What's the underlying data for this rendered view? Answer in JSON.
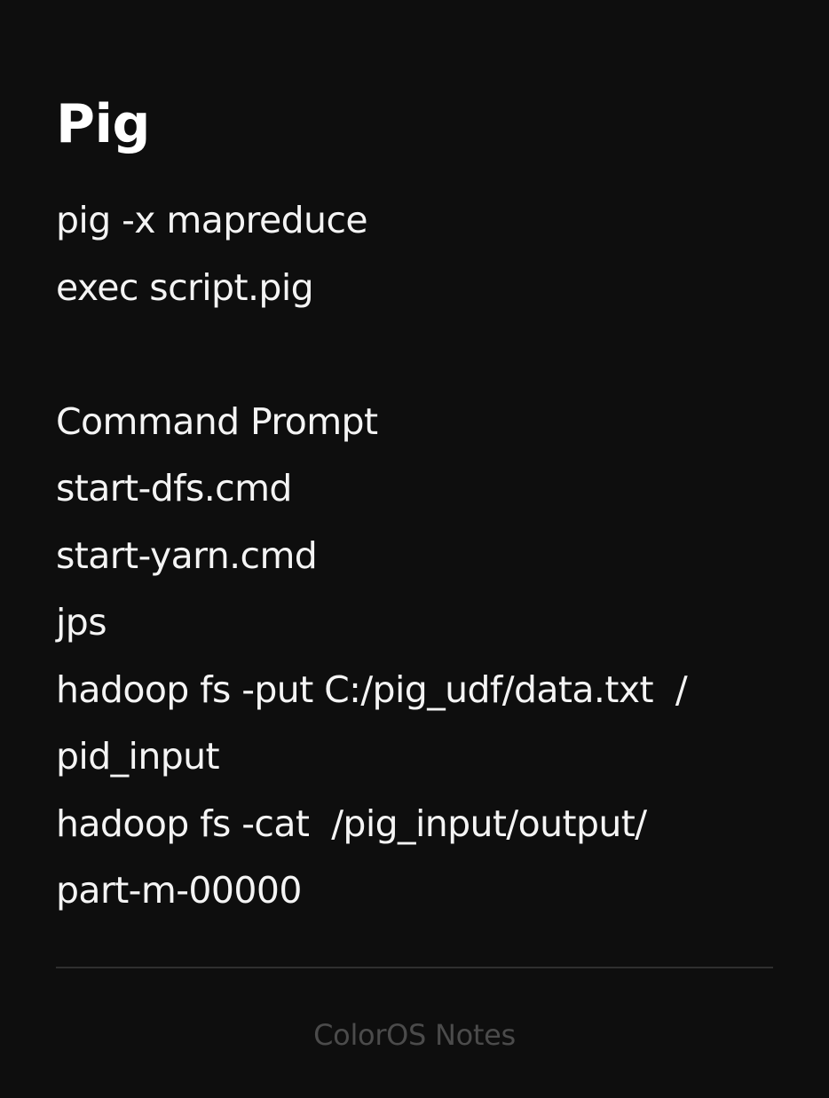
{
  "note": {
    "title": "Pig",
    "lines": [
      "pig -x mapreduce",
      "exec script.pig",
      "",
      "Command Prompt",
      "start-dfs.cmd",
      "start-yarn.cmd",
      "jps",
      "hadoop fs -put C:/pig_udf/data.txt  /",
      "pid_input",
      "hadoop fs -cat  /pig_input/output/",
      "part-m-00000"
    ]
  },
  "footer": {
    "app_name": "ColorOS Notes"
  },
  "colors": {
    "background": "#0e0e0e",
    "text": "#ffffff",
    "footer_text": "#4b4b4b",
    "divider": "#2f2f2f"
  }
}
